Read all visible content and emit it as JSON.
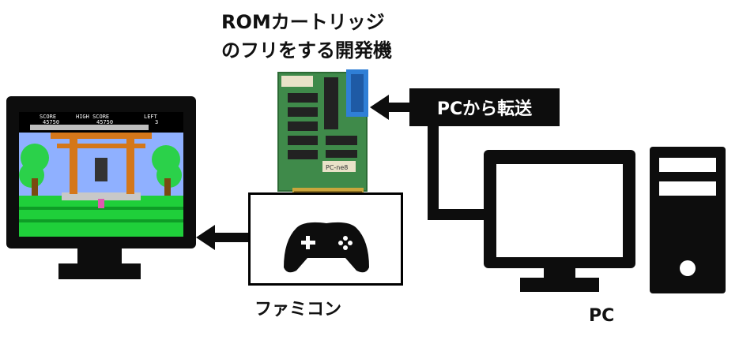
{
  "title_line1": "ROMカートリッジ",
  "title_line2": "のフリをする開発機",
  "badge_text": "PCから転送",
  "famicom_label": "ファミコン",
  "pc_label": "PC",
  "game_hud": {
    "score_label": "SCORE",
    "score": "45750",
    "high_score_label": "HIGH SCORE",
    "high_score": "45750",
    "left_label": "LEFT",
    "left": "3"
  },
  "board_label": "PC-ne8"
}
